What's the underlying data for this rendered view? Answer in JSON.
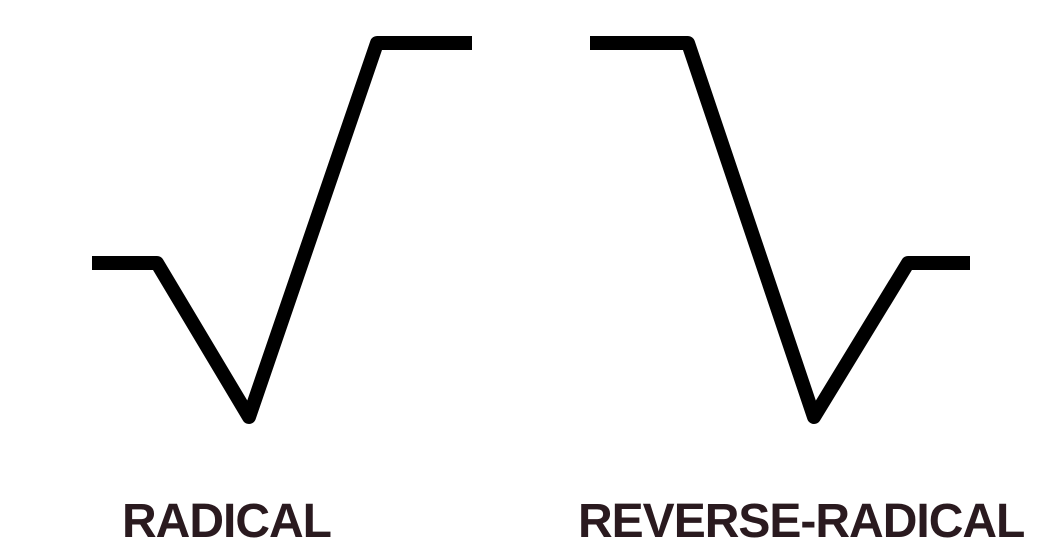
{
  "symbols": [
    {
      "name": "radical",
      "label": "RADICAL"
    },
    {
      "name": "reverse-radical",
      "label": "REVERSE-RADICAL"
    }
  ],
  "colors": {
    "stroke": "#000000",
    "label": "#2a1a1f",
    "background": "#ffffff"
  }
}
